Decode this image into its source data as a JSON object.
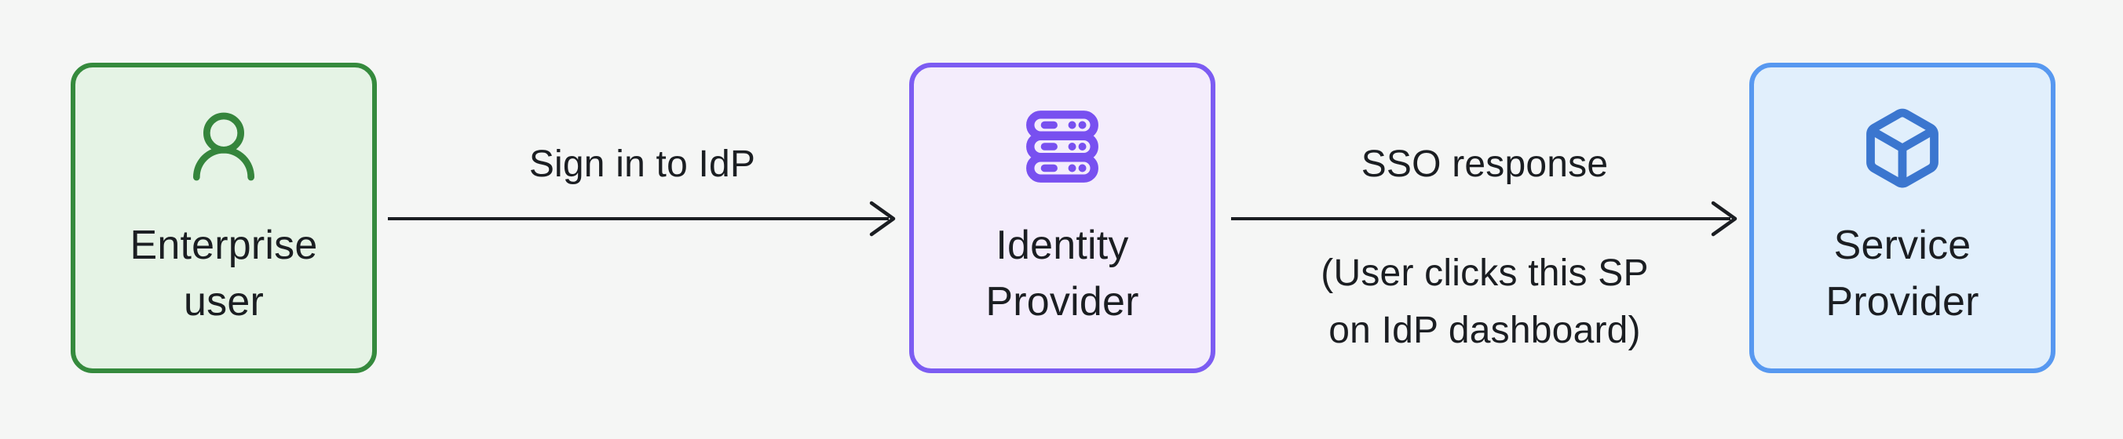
{
  "canvas": {
    "background_color": "#f5f6f5",
    "text_color": "#1b1e22",
    "arrow_color": "#1b1e22"
  },
  "nodes": [
    {
      "id": "enterprise-user",
      "label": "Enterprise user",
      "label_lines": [
        "Enterprise",
        "user"
      ],
      "icon": "user-icon",
      "border_color": "#358a3d",
      "background_color": "#e5f3e5",
      "icon_color": "#35853c"
    },
    {
      "id": "identity-provider",
      "label": "Identity Provider",
      "label_lines": [
        "Identity",
        "Provider"
      ],
      "icon": "server-icon",
      "border_color": "#7c5cf2",
      "background_color": "#f4edfc",
      "icon_color": "#7850f0"
    },
    {
      "id": "service-provider",
      "label": "Service Provider",
      "label_lines": [
        "Service",
        "Provider"
      ],
      "icon": "cube-icon",
      "border_color": "#5798f0",
      "background_color": "#e1effc",
      "icon_color": "#3b76cf"
    }
  ],
  "edges": [
    {
      "id": "sign-in-to-idp",
      "from": "enterprise-user",
      "to": "identity-provider",
      "label": "Sign in to IdP"
    },
    {
      "id": "sso-response",
      "from": "identity-provider",
      "to": "service-provider",
      "label": "SSO response",
      "note": "(User clicks this SP on IdP dashboard)",
      "note_lines": [
        "(User clicks this SP",
        "on IdP dashboard)"
      ]
    }
  ]
}
